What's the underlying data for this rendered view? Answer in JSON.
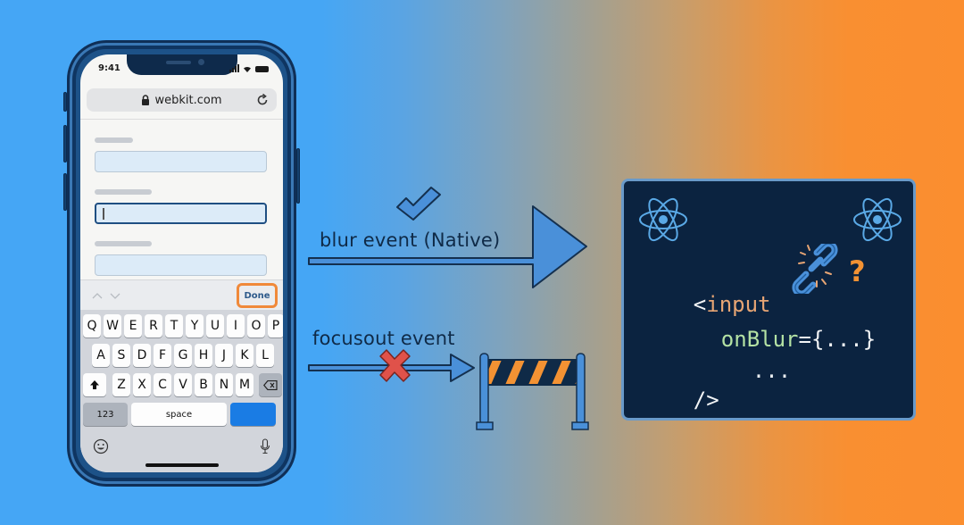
{
  "phone": {
    "status_time": "9:41",
    "url": "webkit.com",
    "icons": {
      "lock": "lock-icon",
      "reload": "reload-icon",
      "signal": "cellular-signal-icon",
      "wifi": "wifi-icon",
      "battery": "battery-icon"
    },
    "form": {
      "fields": [
        {
          "label_width": 44,
          "focused": false
        },
        {
          "label_width": 64,
          "focused": true
        },
        {
          "label_width": 64,
          "focused": false
        }
      ]
    },
    "keyboard_toolbar": {
      "prev_icon": "chevron-up-icon",
      "next_icon": "chevron-down-icon",
      "done_label": "Done",
      "done_highlight_color": "#f0893a"
    },
    "keyboard": {
      "row1": [
        "Q",
        "W",
        "E",
        "R",
        "T",
        "Y",
        "U",
        "I",
        "O",
        "P"
      ],
      "row2": [
        "A",
        "S",
        "D",
        "F",
        "G",
        "H",
        "J",
        "K",
        "L"
      ],
      "row3": [
        "Z",
        "X",
        "C",
        "V",
        "B",
        "N",
        "M"
      ],
      "numbers_label": "123",
      "space_label": "space",
      "return_color": "#1a7ce4",
      "shift_icon": "shift-icon",
      "delete_icon": "backspace-icon",
      "emoji_icon": "emoji-icon",
      "mic_icon": "microphone-icon"
    }
  },
  "flow": {
    "blur": {
      "label": "blur event (Native)",
      "status_icon": "checkmark-icon",
      "status": "passes"
    },
    "focusout": {
      "label": "focusout event",
      "status_icon": "x-mark-icon",
      "status": "blocked",
      "blocker_icon": "barrier-icon"
    }
  },
  "code_panel": {
    "lines": [
      {
        "parts": [
          {
            "t": "<",
            "c": "punct"
          },
          {
            "t": "input",
            "c": "tag"
          }
        ]
      },
      {
        "parts": [
          {
            "t": "onBlur",
            "c": "attr"
          },
          {
            "t": "={...}",
            "c": "punct"
          }
        ]
      },
      {
        "parts": [
          {
            "t": "...",
            "c": "dots"
          }
        ]
      },
      {
        "parts": [
          {
            "t": "/>",
            "c": "punct"
          }
        ]
      }
    ],
    "icons": [
      "react-logo-icon",
      "react-logo-icon",
      "broken-link-icon",
      "question-mark-icon"
    ],
    "question_mark": "?"
  },
  "colors": {
    "bg_left": "#45a6f5",
    "bg_right": "#fb8e2f",
    "phone_frame": "#1d5288",
    "code_bg": "#0b2340",
    "code_border": "#6a9ac9",
    "arrow_fill": "#4a90d9",
    "x_mark": "#e0524a",
    "barrier_stripe": "#f39233"
  }
}
